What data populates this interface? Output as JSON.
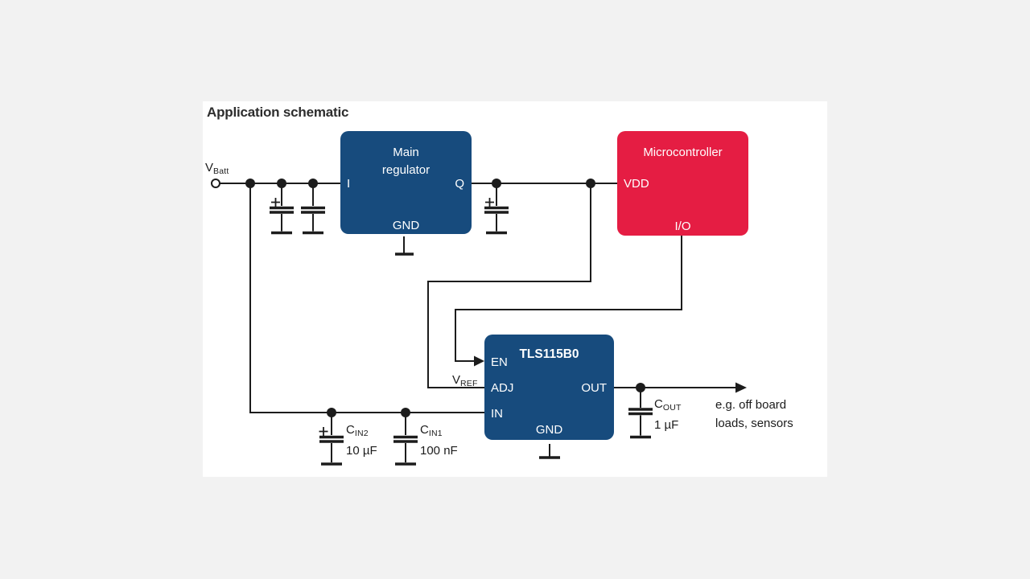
{
  "title": "Application schematic",
  "colors": {
    "background": "#f2f2f2",
    "canvas": "#ffffff",
    "block_blue": "#174b7d",
    "block_red": "#e51d43",
    "wire": "#1c1c1c"
  },
  "blocks": {
    "main_regulator": {
      "title_line1": "Main",
      "title_line2": "regulator",
      "pin_in": "I",
      "pin_out": "Q",
      "pin_gnd": "GND"
    },
    "microcontroller": {
      "title": "Microcontroller",
      "pin_vdd": "VDD",
      "pin_io": "I/O"
    },
    "tls115b0": {
      "title": "TLS115B0",
      "pin_en": "EN",
      "pin_adj": "ADJ",
      "pin_in": "IN",
      "pin_out": "OUT",
      "pin_gnd": "GND"
    }
  },
  "labels": {
    "vbatt": {
      "base": "V",
      "sub": "Batt"
    },
    "vref": {
      "base": "V",
      "sub": "REF"
    }
  },
  "capacitors": {
    "cin2": {
      "base": "C",
      "sub": "IN2",
      "value": "10 µF"
    },
    "cin1": {
      "base": "C",
      "sub": "IN1",
      "value": "100 nF"
    },
    "cout": {
      "base": "C",
      "sub": "OUT",
      "value": "1 µF"
    }
  },
  "annotation": {
    "line1": "e.g. off board",
    "line2": "loads, sensors"
  }
}
